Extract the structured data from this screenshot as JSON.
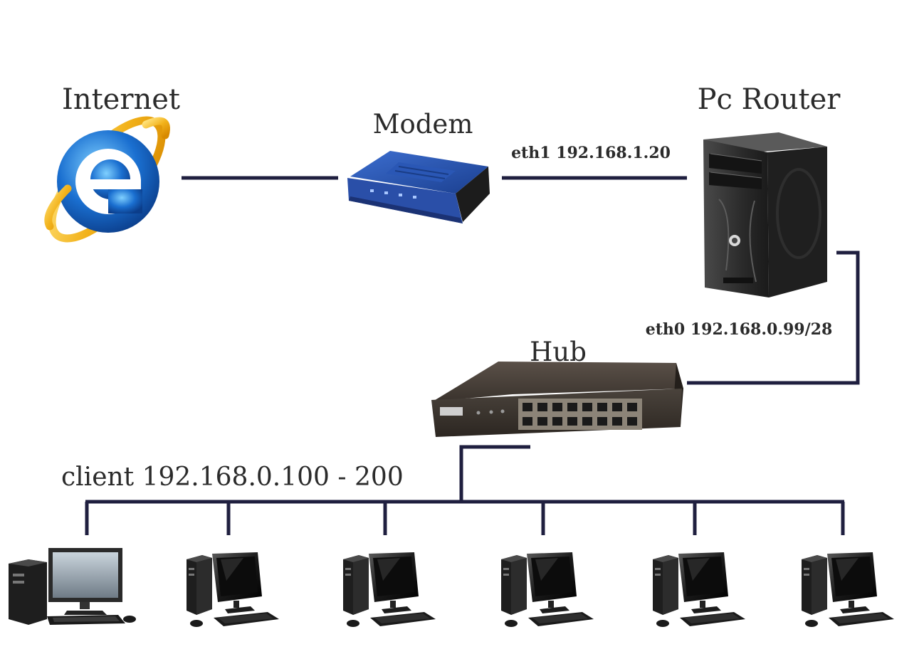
{
  "nodes": {
    "internet": {
      "label": "Internet",
      "icon": "internet-explorer-icon"
    },
    "modem": {
      "label": "Modem",
      "icon": "modem-icon"
    },
    "router": {
      "label": "Pc Router",
      "icon": "tower-pc-icon"
    },
    "hub": {
      "label": "Hub",
      "icon": "network-hub-icon"
    }
  },
  "links": {
    "modem_router": "eth1 192.168.1.20",
    "router_hub": "eth0 192.168.0.99/28",
    "clients": "client 192.168.0.100 - 200"
  },
  "clients": [
    {
      "icon": "desktop-computer-icon"
    },
    {
      "icon": "workstation-icon"
    },
    {
      "icon": "workstation-icon"
    },
    {
      "icon": "workstation-icon"
    },
    {
      "icon": "workstation-icon"
    },
    {
      "icon": "workstation-icon"
    }
  ],
  "colors": {
    "wire": "#1f1f3f",
    "modem_blue": "#2a4fa8",
    "ie_blue": "#1a6fd0",
    "ie_ring": "#f2b21b",
    "device_dark": "#2a2a2a"
  }
}
